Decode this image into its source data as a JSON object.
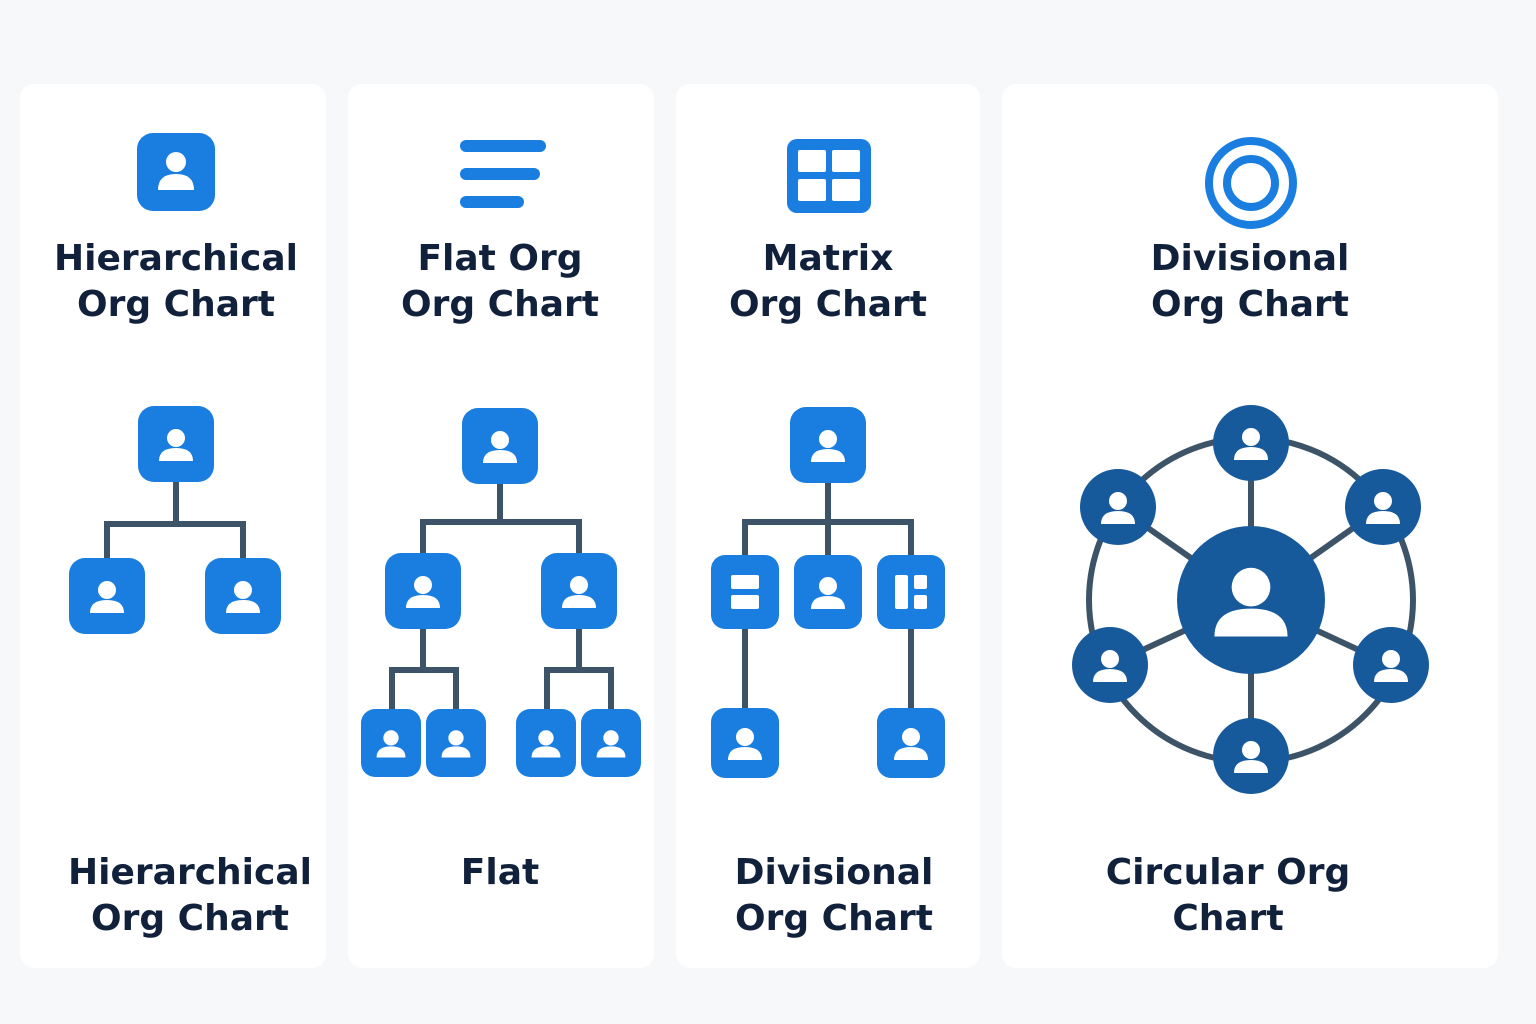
{
  "colors": {
    "accent": "#1a7ee0",
    "dark_node": "#175a9c",
    "connector": "#3d5468",
    "text": "#12213b",
    "card": "#ffffff",
    "background": "#f7f8fa"
  },
  "panels": [
    {
      "icon": "user-square-icon",
      "title_lines": [
        "Hierarchical",
        "Org Chart"
      ],
      "caption_lines": [
        "Hierarchical",
        "Org Chart"
      ],
      "diagram": "hierarchical"
    },
    {
      "icon": "lines-icon",
      "title_lines": [
        "Flat Org",
        "Org Chart"
      ],
      "caption_lines": [
        "Flat"
      ],
      "diagram": "flat"
    },
    {
      "icon": "grid-icon",
      "title_lines": [
        "Matrix",
        "Org Chart"
      ],
      "caption_lines": [
        "Divisional",
        "Org Chart"
      ],
      "diagram": "matrix"
    },
    {
      "icon": "ring-icon",
      "title_lines": [
        "Divisional",
        "Org Chart"
      ],
      "caption_lines": [
        "Circular Org",
        "Chart"
      ],
      "diagram": "circular"
    }
  ]
}
